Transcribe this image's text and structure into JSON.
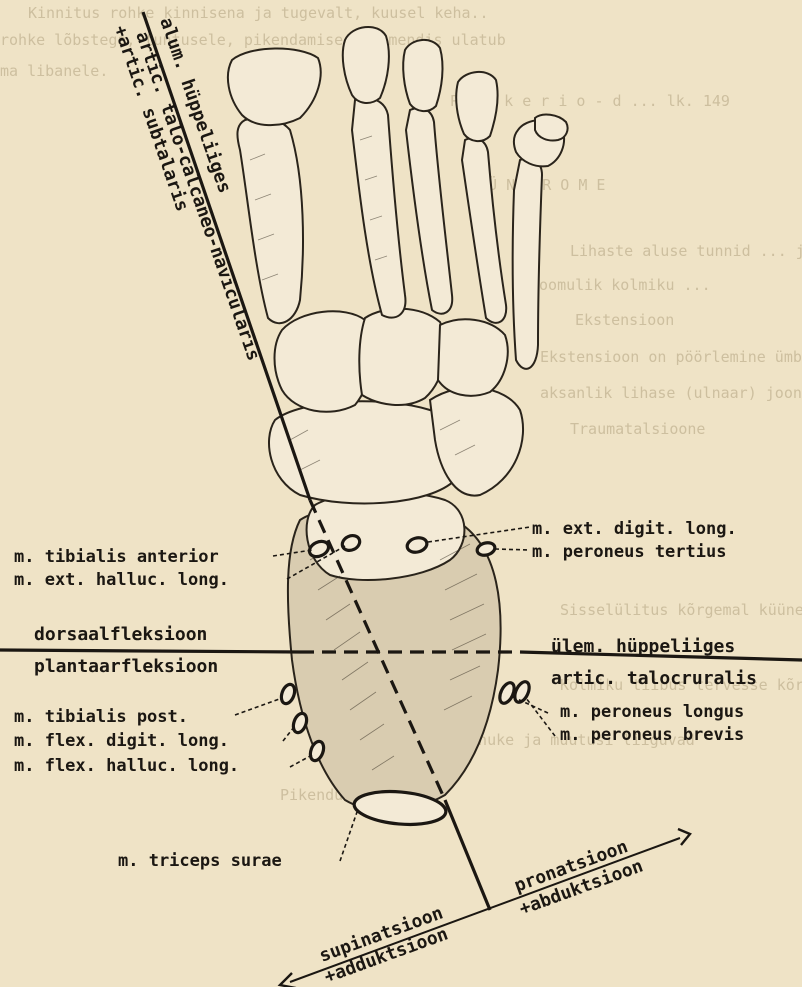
{
  "background_text": [
    "Kinnitus rohke kinnisena ja tugevalt, kuusel keha..",
    "rohke lõbstega, tuntusele, pikendamise dokumendis ulatub",
    "ma libanele.",
    "P a n k e r i o - d   ... lk. 149",
    "S Ü N D R O M E",
    "Lihaste aluse tunnid ... ja kulsed ja keha",
    "loomulik kolmiku ...",
    "Ekstensioon",
    "Ekstensioon on pöörlemine ümber sunnvärsinälja",
    "aksanlik lihase (ulnaar) jooneaks ülestõstetakse",
    "Traumatalsioone",
    "Sisselülitus kõrgemal küüneteid",
    "Kolmiku tiibus tervesse kõrgemale",
    "Ainuke ja muutusi liiguvad",
    "Pikendus vedeliku"
  ],
  "labels": {
    "alum_hyppeliiges": "alum. hüppeliiges",
    "talo_calcaneo": "artic. talo-calcaneo-navicularis",
    "subtalaris": "+artic. subtalaris",
    "m_ext_digit_long": "m. ext. digit. long.",
    "m_peroneus_tertius": "m. peroneus tertius",
    "m_tibialis_anterior": "m. tibialis anterior",
    "m_ext_halluc_long": "m. ext. halluc. long.",
    "dorsaalfleksioon": "dorsaalfleksioon",
    "plantaarfleksioon": "plantaarfleksioon",
    "ulem_hyppeliiges": "ülem. hüppeliiges",
    "artic_talocruralis": "artic. talocruralis",
    "m_tibialis_post": "m. tibialis post.",
    "m_flex_digit_long": "m. flex. digit. long.",
    "m_flex_halluc_long": "m. flex. halluc. long.",
    "m_peroneus_longus": "m. peroneus longus",
    "m_peroneus_brevis": "m. peroneus brevis",
    "m_triceps_surae": "m. triceps surae",
    "pronatsioon": "pronatsioon",
    "abduktsioon": "+abduktsioon",
    "supinatsioon": "supinatsioon",
    "adduktsioon": "+adduktsioon"
  },
  "colors": {
    "paper": "#efe3c6",
    "ink": "#1b1712",
    "bone": "#f3ead6"
  }
}
